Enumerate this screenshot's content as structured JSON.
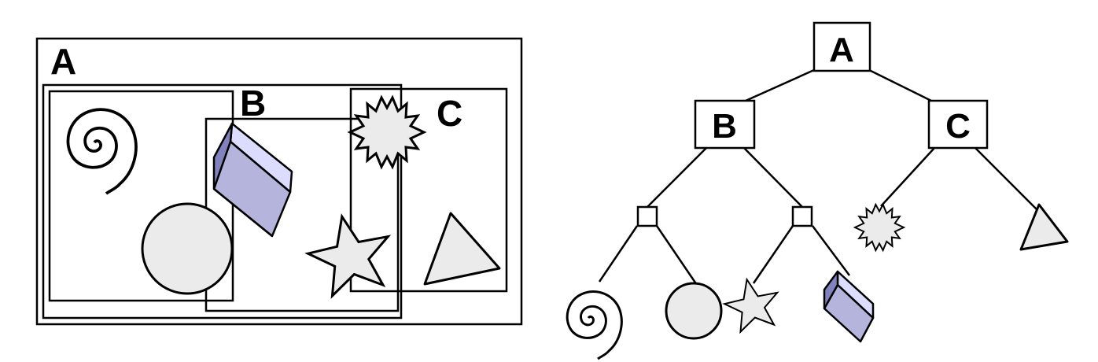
{
  "diagram": {
    "regions": {
      "a": {
        "label": "A"
      },
      "b": {
        "label": "B"
      },
      "c": {
        "label": "C"
      }
    },
    "tree": {
      "root": {
        "label": "A"
      },
      "left": {
        "label": "B"
      },
      "right": {
        "label": "C"
      }
    }
  },
  "colors": {
    "stroke": "#000000",
    "shape_fill": "#ebebeb",
    "box_top": "#dcdcff",
    "box_front": "#b4b4dc",
    "box_side": "#8282be"
  },
  "icons": [
    "spiral",
    "circle",
    "box",
    "star",
    "starburst",
    "triangle"
  ]
}
